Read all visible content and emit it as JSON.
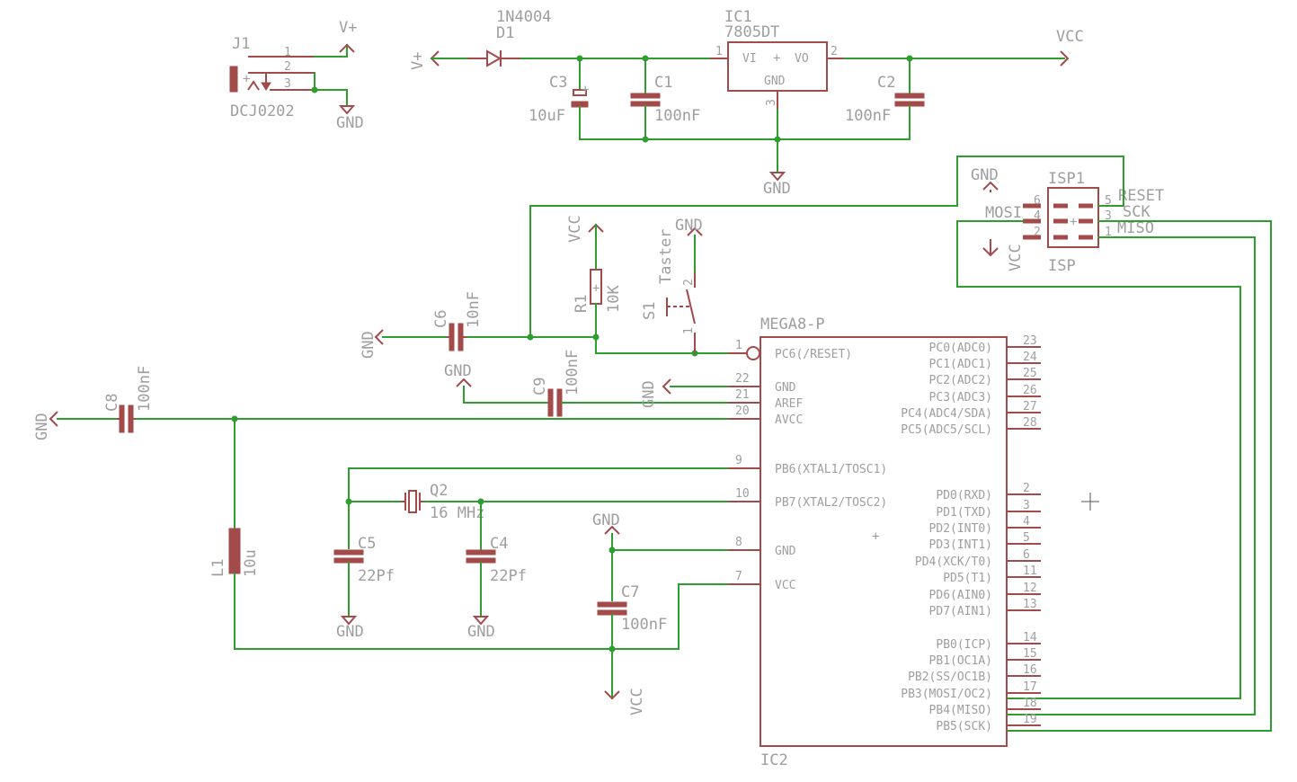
{
  "components": {
    "j1": {
      "name": "J1",
      "value": "DCJ0202",
      "pins": [
        "1",
        "2",
        "3"
      ]
    },
    "d1": {
      "name": "D1",
      "value": "1N4004"
    },
    "ic1": {
      "name": "IC1",
      "value": "7805DT",
      "vi": "VI",
      "vo": "VO",
      "gnd": "GND",
      "pin1": "1",
      "pin2": "2",
      "pin3": "3"
    },
    "c1": {
      "name": "C1",
      "value": "100nF"
    },
    "c2": {
      "name": "C2",
      "value": "100nF"
    },
    "c3": {
      "name": "C3",
      "value": "10uF"
    },
    "c4": {
      "name": "C4",
      "value": "22Pf"
    },
    "c5": {
      "name": "C5",
      "value": "22Pf"
    },
    "c6": {
      "name": "C6",
      "value": "10nF"
    },
    "c7": {
      "name": "C7",
      "value": "100nF"
    },
    "c8": {
      "name": "C8",
      "value": "100nF"
    },
    "c9": {
      "name": "C9",
      "value": "100nF"
    },
    "r1": {
      "name": "R1",
      "value": "10K"
    },
    "s1": {
      "name": "S1",
      "value": "Taster",
      "pin1": "1",
      "pin2": "2"
    },
    "q2": {
      "name": "Q2",
      "value": "16 MHz"
    },
    "l1": {
      "name": "L1",
      "value": "10u"
    },
    "isp1": {
      "name": "ISP1",
      "value": "ISP",
      "pins": [
        "6",
        "5",
        "4",
        "3",
        "2",
        "1"
      ],
      "mosi": "MOSI",
      "sck": "SCK",
      "miso": "MISO",
      "reset": "RESET"
    },
    "ic2": {
      "name": "IC2",
      "value": "MEGA8-P"
    }
  },
  "supplies": {
    "vplus": "V+",
    "vcc": "VCC",
    "gnd": "GND"
  },
  "ic2_left_pins": [
    {
      "num": "1",
      "label": "PC6(/RESET)"
    },
    {
      "num": "22",
      "label": "GND"
    },
    {
      "num": "21",
      "label": "AREF"
    },
    {
      "num": "20",
      "label": "AVCC"
    },
    {
      "num": "9",
      "label": "PB6(XTAL1/TOSC1)"
    },
    {
      "num": "10",
      "label": "PB7(XTAL2/TOSC2)"
    },
    {
      "num": "8",
      "label": "GND"
    },
    {
      "num": "7",
      "label": "VCC"
    }
  ],
  "ic2_right_pins": [
    {
      "num": "23",
      "label": "PC0(ADC0)"
    },
    {
      "num": "24",
      "label": "PC1(ADC1)"
    },
    {
      "num": "25",
      "label": "PC2(ADC2)"
    },
    {
      "num": "26",
      "label": "PC3(ADC3)"
    },
    {
      "num": "27",
      "label": "PC4(ADC4/SDA)"
    },
    {
      "num": "28",
      "label": "PC5(ADC5/SCL)"
    },
    {
      "num": "2",
      "label": "PD0(RXD)"
    },
    {
      "num": "3",
      "label": "PD1(TXD)"
    },
    {
      "num": "4",
      "label": "PD2(INT0)"
    },
    {
      "num": "5",
      "label": "PD3(INT1)"
    },
    {
      "num": "6",
      "label": "PD4(XCK/T0)"
    },
    {
      "num": "11",
      "label": "PD5(T1)"
    },
    {
      "num": "12",
      "label": "PD6(AIN0)"
    },
    {
      "num": "13",
      "label": "PD7(AIN1)"
    },
    {
      "num": "14",
      "label": "PB0(ICP)"
    },
    {
      "num": "15",
      "label": "PB1(OC1A)"
    },
    {
      "num": "16",
      "label": "PB2(SS/OC1B)"
    },
    {
      "num": "17",
      "label": "PB3(MOSI/OC2)"
    },
    {
      "num": "18",
      "label": "PB4(MISO)"
    },
    {
      "num": "19",
      "label": "PB5(SCK)"
    }
  ]
}
